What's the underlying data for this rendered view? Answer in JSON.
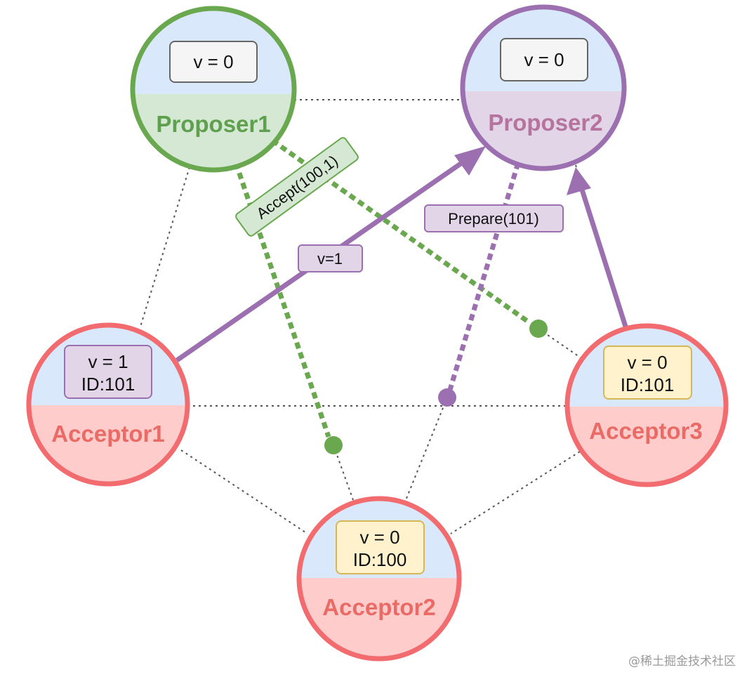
{
  "nodes": {
    "proposer1": {
      "name": "Proposer1",
      "value_line": "v = 0",
      "id_line": ""
    },
    "proposer2": {
      "name": "Proposer2",
      "value_line": "v = 0",
      "id_line": ""
    },
    "acceptor1": {
      "name": "Acceptor1",
      "value_line": "v = 1",
      "id_line": "ID:101"
    },
    "acceptor2": {
      "name": "Acceptor2",
      "value_line": "v = 0",
      "id_line": "ID:100"
    },
    "acceptor3": {
      "name": "Acceptor3",
      "value_line": "v = 0",
      "id_line": "ID:101"
    }
  },
  "edges": {
    "accept_label": "Accept(100,1)",
    "prepare_label": "Prepare(101)",
    "value_label": "v=1"
  },
  "colors": {
    "proposer1_border": "#6aa84f",
    "proposer1_fill": "#d5e8d4",
    "proposer2_border": "#9b6fb0",
    "proposer2_fill": "#e1d5e7",
    "acceptor_border": "#f26b6f",
    "acceptor_fill": "#ffcccc",
    "top_fill": "#dae8fc",
    "proposer1_text": "#5fa04e",
    "proposer2_text": "#b5739d",
    "acceptor_text": "#ea6b66",
    "green_message": "#6aa84f",
    "purple_message": "#9b6fb0"
  },
  "watermark": "@稀土掘金技术社区"
}
